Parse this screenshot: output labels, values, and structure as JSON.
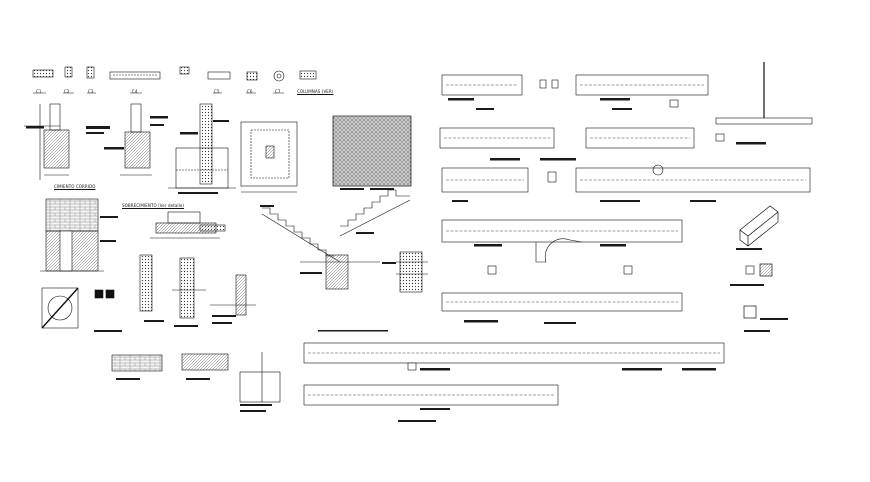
{
  "drawing": {
    "labels": {
      "section_titles": {
        "cimiento_corrido": "CIMIENTO CORRIDO",
        "sobrecimiento": "SOBRECIMIENTO (Ver detalle)",
        "columnas": "COLUMNAS (VER)"
      },
      "column_markers": [
        "C1",
        "C2",
        "C3",
        "C4",
        "C5",
        "C6",
        "C7"
      ]
    },
    "colors": {
      "ink": "#111111",
      "label_bar": "#1a1a1a",
      "paper": "#ffffff",
      "hatch": "#444444"
    }
  }
}
